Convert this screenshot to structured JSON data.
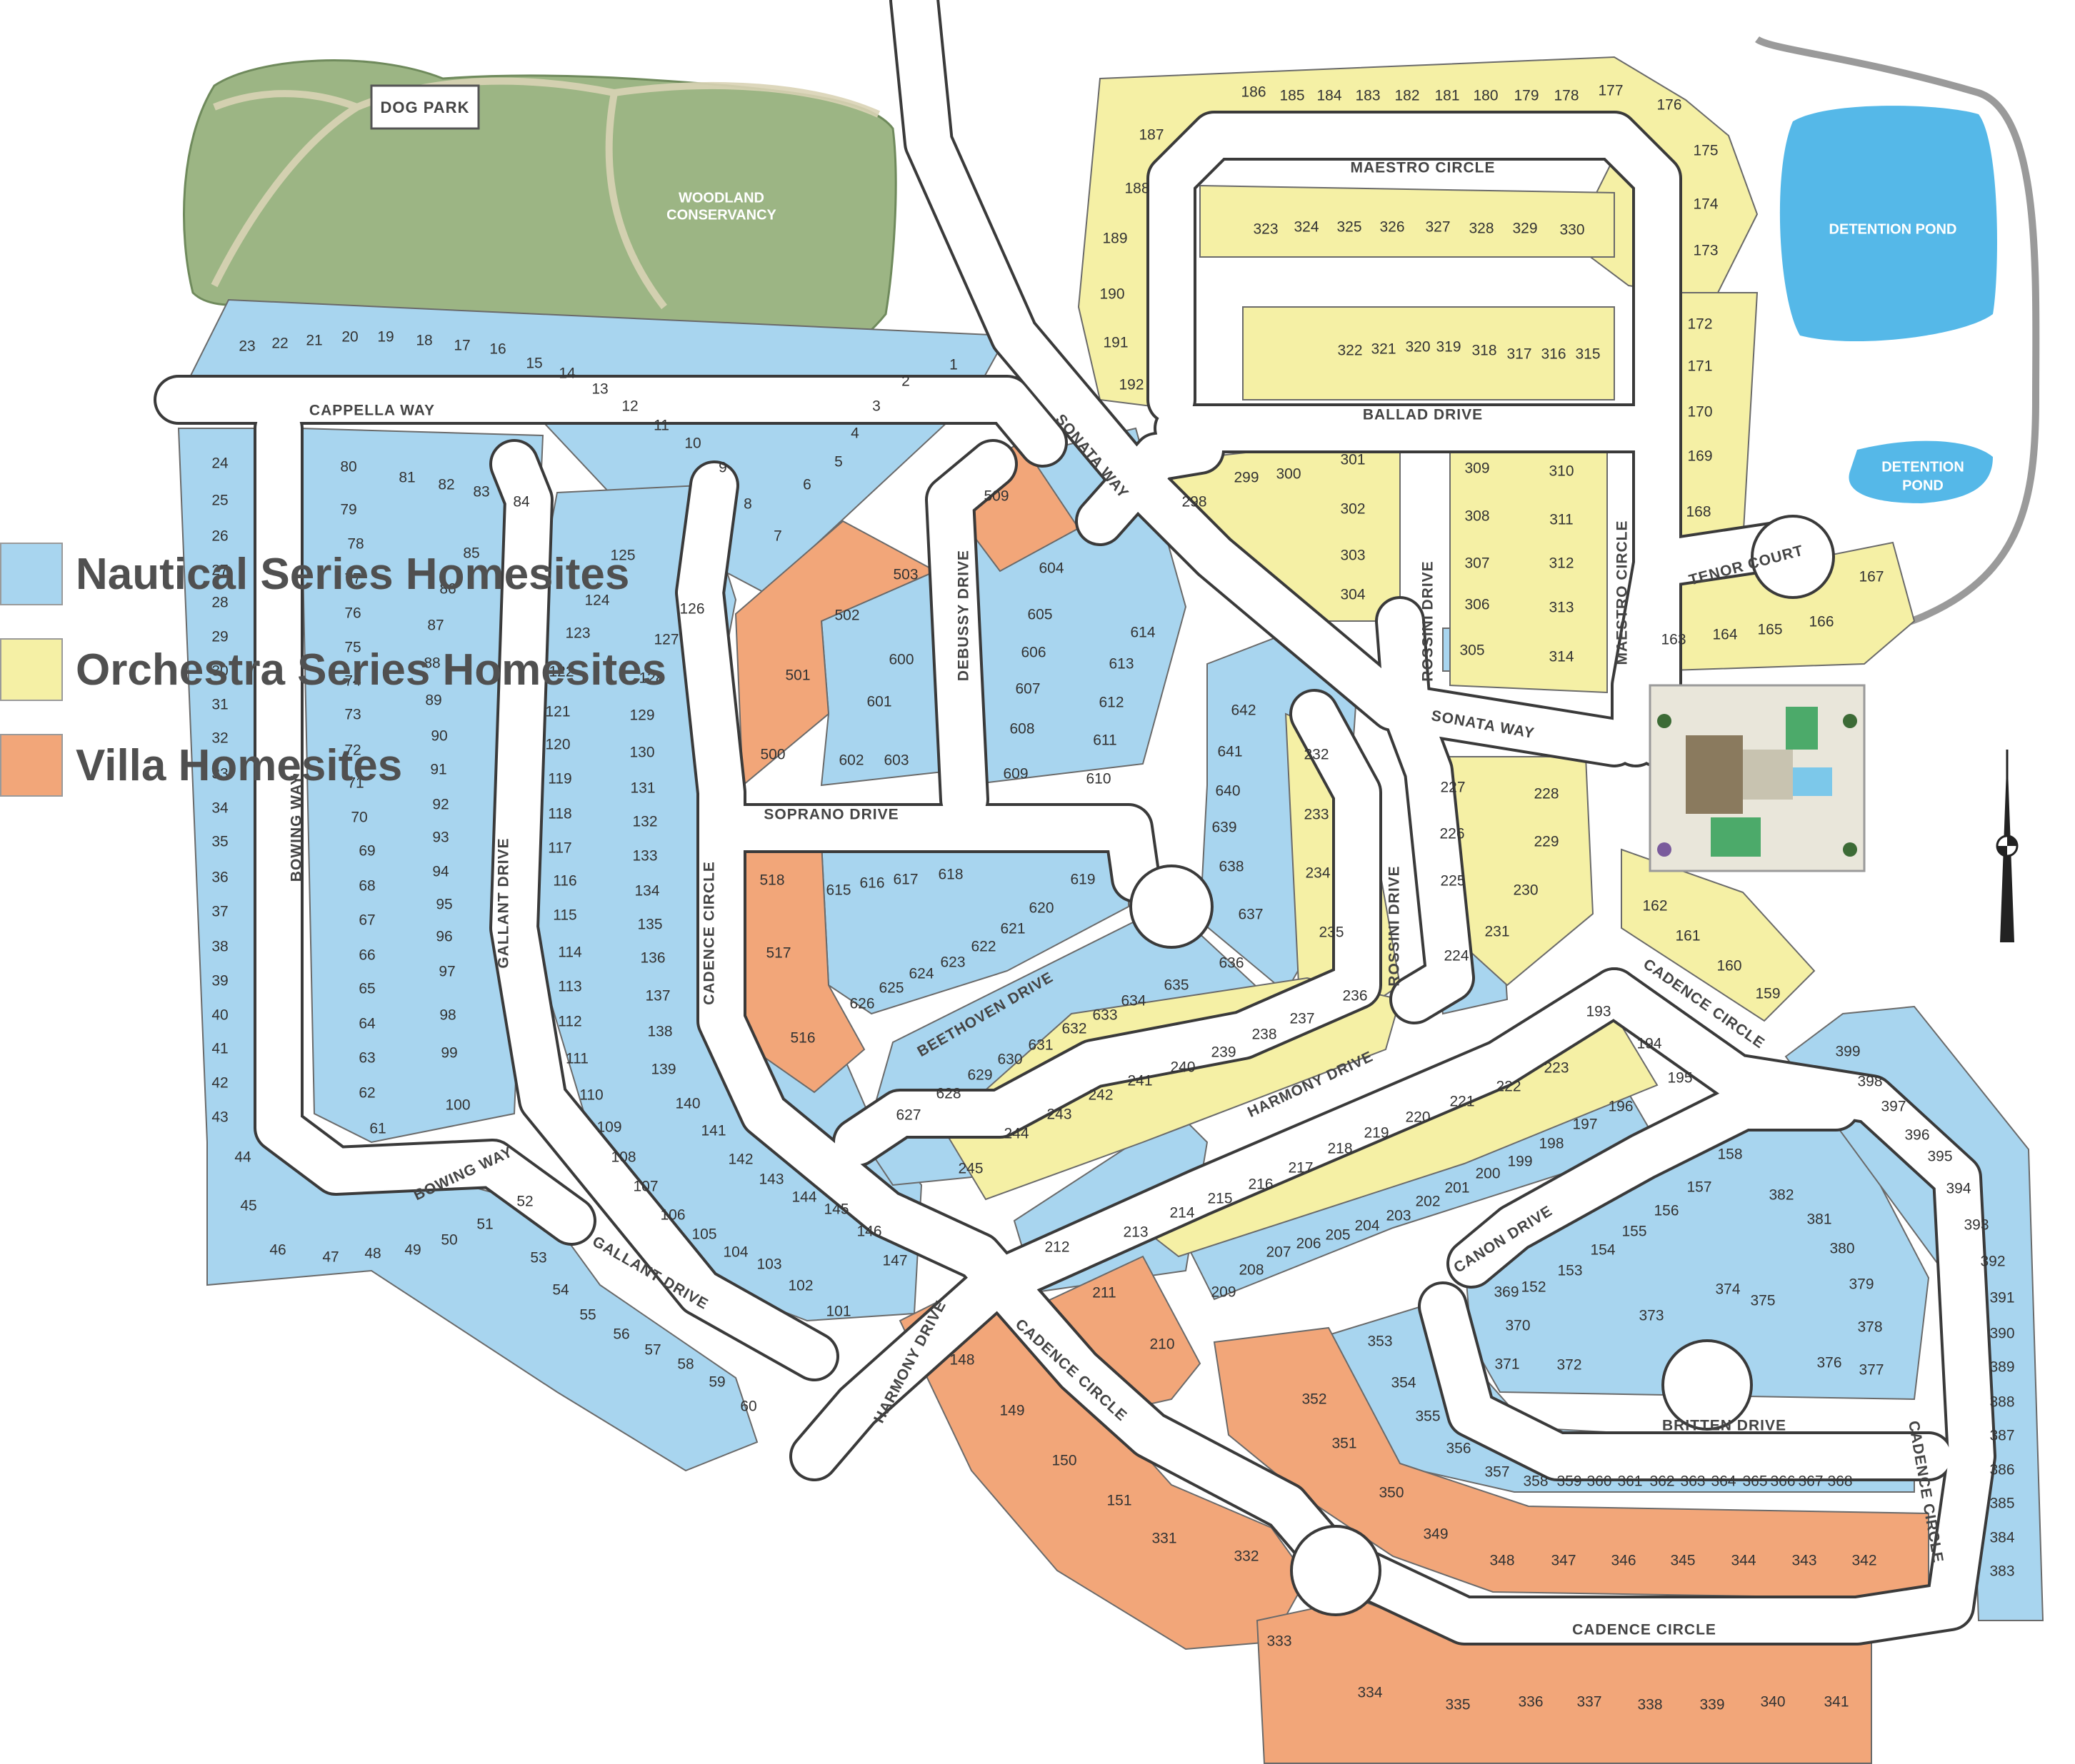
{
  "colors": {
    "nautical": "#a8d5ef",
    "orchestra": "#f5f0a5",
    "villa": "#f2a679",
    "road": "#ffffff",
    "road_edge": "#3a3a3a",
    "park": "#9cb584",
    "pond": "#55b8e8",
    "lot_line": "#6a6a6a"
  },
  "features": {
    "dog_park": "DOG PARK",
    "woodland": [
      "WOODLAND",
      "CONSERVANCY"
    ],
    "detention_pond_1": "DETENTION POND",
    "detention_pond_2": [
      "DETENTION",
      "POND"
    ]
  },
  "streets": [
    "CAPPELLA WAY",
    "SONATA WAY",
    "MAESTRO CIRCLE",
    "BALLAD DRIVE",
    "ROSSINI DRIVE",
    "MAESTRO CIRCLE",
    "TENOR COURT",
    "SONATA WAY",
    "DEBUSSY DRIVE",
    "SOPRANO DRIVE",
    "BOWING WAY",
    "GALLANT DRIVE",
    "CADENCE CIRCLE",
    "ROSSINI DRIVE",
    "BEETHOVEN DRIVE",
    "HARMONY DRIVE",
    "CADENCE CIRCLE",
    "BOWING WAY",
    "GALLANT DRIVE",
    "HARMONY DRIVE",
    "CADENCE CIRCLE",
    "CANON DRIVE",
    "BRITTEN DRIVE",
    "CADENCE CIRCLE",
    "CADENCE CIRCLE"
  ],
  "legend": [
    {
      "label": "Nautical Series Homesites",
      "color": "#a8d5ef"
    },
    {
      "label": "Orchestra Series Homesites",
      "color": "#f5f0a5"
    },
    {
      "label": "Villa Homesites",
      "color": "#f2a679"
    }
  ],
  "lots": {
    "nautical": [
      "1",
      "2",
      "3",
      "4",
      "5",
      "6",
      "7",
      "8",
      "9",
      "10",
      "11",
      "12",
      "13",
      "14",
      "15",
      "16",
      "17",
      "18",
      "19",
      "20",
      "21",
      "22",
      "23",
      "24",
      "25",
      "26",
      "27",
      "28",
      "29",
      "30",
      "31",
      "32",
      "33",
      "34",
      "35",
      "36",
      "37",
      "38",
      "39",
      "40",
      "41",
      "42",
      "43",
      "44",
      "45",
      "46",
      "47",
      "48",
      "49",
      "50",
      "51",
      "52",
      "53",
      "54",
      "55",
      "56",
      "57",
      "58",
      "59",
      "60",
      "61",
      "62",
      "63",
      "64",
      "65",
      "66",
      "67",
      "68",
      "69",
      "70",
      "71",
      "72",
      "73",
      "74",
      "75",
      "76",
      "77",
      "78",
      "79",
      "80",
      "81",
      "82",
      "83",
      "84",
      "85",
      "86",
      "87",
      "88",
      "89",
      "90",
      "91",
      "92",
      "93",
      "94",
      "95",
      "96",
      "97",
      "98",
      "99",
      "100",
      "101",
      "102",
      "103",
      "104",
      "105",
      "106",
      "107",
      "108",
      "109",
      "110",
      "111",
      "112",
      "113",
      "114",
      "115",
      "116",
      "117",
      "118",
      "119",
      "120",
      "121",
      "122",
      "123",
      "124",
      "125",
      "126",
      "127",
      "128",
      "129",
      "130",
      "131",
      "132",
      "133",
      "134",
      "135",
      "136",
      "137",
      "138",
      "139",
      "140",
      "141",
      "142",
      "143",
      "144",
      "145",
      "146",
      "147",
      "152",
      "153",
      "154",
      "155",
      "156",
      "157",
      "158",
      "197",
      "198",
      "199",
      "200",
      "201",
      "202",
      "203",
      "204",
      "205",
      "206",
      "207",
      "208",
      "209",
      "212",
      "224",
      "305",
      "353",
      "354",
      "355",
      "356",
      "357",
      "358",
      "359",
      "360",
      "361",
      "362",
      "363",
      "364",
      "365",
      "366",
      "367",
      "368",
      "369",
      "370",
      "371",
      "372",
      "373",
      "374",
      "375",
      "376",
      "377",
      "378",
      "379",
      "380",
      "381",
      "382",
      "383",
      "384",
      "385",
      "386",
      "387",
      "388",
      "389",
      "390",
      "391",
      "392",
      "393",
      "394",
      "395",
      "396",
      "397",
      "398",
      "399",
      "600",
      "601",
      "602",
      "603",
      "604",
      "605",
      "606",
      "607",
      "608",
      "609",
      "610",
      "611",
      "612",
      "613",
      "614",
      "615",
      "616",
      "617",
      "618",
      "619",
      "620",
      "621",
      "622",
      "623",
      "624",
      "625",
      "626",
      "627",
      "628",
      "629",
      "630",
      "631",
      "632",
      "633",
      "634",
      "635",
      "636",
      "637",
      "638",
      "639",
      "640",
      "641",
      "642"
    ],
    "orchestra": [
      "159",
      "160",
      "161",
      "162",
      "163",
      "164",
      "165",
      "166",
      "167",
      "168",
      "169",
      "170",
      "171",
      "172",
      "173",
      "174",
      "175",
      "176",
      "177",
      "178",
      "179",
      "180",
      "181",
      "182",
      "183",
      "184",
      "185",
      "186",
      "187",
      "188",
      "189",
      "190",
      "191",
      "192",
      "193",
      "194",
      "195",
      "196",
      "213",
      "214",
      "215",
      "216",
      "217",
      "218",
      "219",
      "220",
      "221",
      "222",
      "223",
      "225",
      "226",
      "227",
      "228",
      "229",
      "230",
      "231",
      "232",
      "233",
      "234",
      "235",
      "236",
      "237",
      "238",
      "239",
      "240",
      "241",
      "242",
      "243",
      "244",
      "245",
      "298",
      "299",
      "300",
      "301",
      "302",
      "303",
      "304",
      "306",
      "307",
      "308",
      "309",
      "310",
      "311",
      "312",
      "313",
      "314",
      "315",
      "316",
      "317",
      "318",
      "319",
      "320",
      "321",
      "322",
      "323",
      "324",
      "325",
      "326",
      "327",
      "328",
      "329",
      "330"
    ],
    "villa": [
      "148",
      "149",
      "150",
      "151",
      "210",
      "211",
      "331",
      "332",
      "333",
      "334",
      "335",
      "336",
      "337",
      "338",
      "339",
      "340",
      "341",
      "342",
      "343",
      "344",
      "345",
      "346",
      "347",
      "348",
      "349",
      "350",
      "351",
      "352",
      "500",
      "501",
      "502",
      "503",
      "509",
      "516",
      "517",
      "518"
    ]
  }
}
